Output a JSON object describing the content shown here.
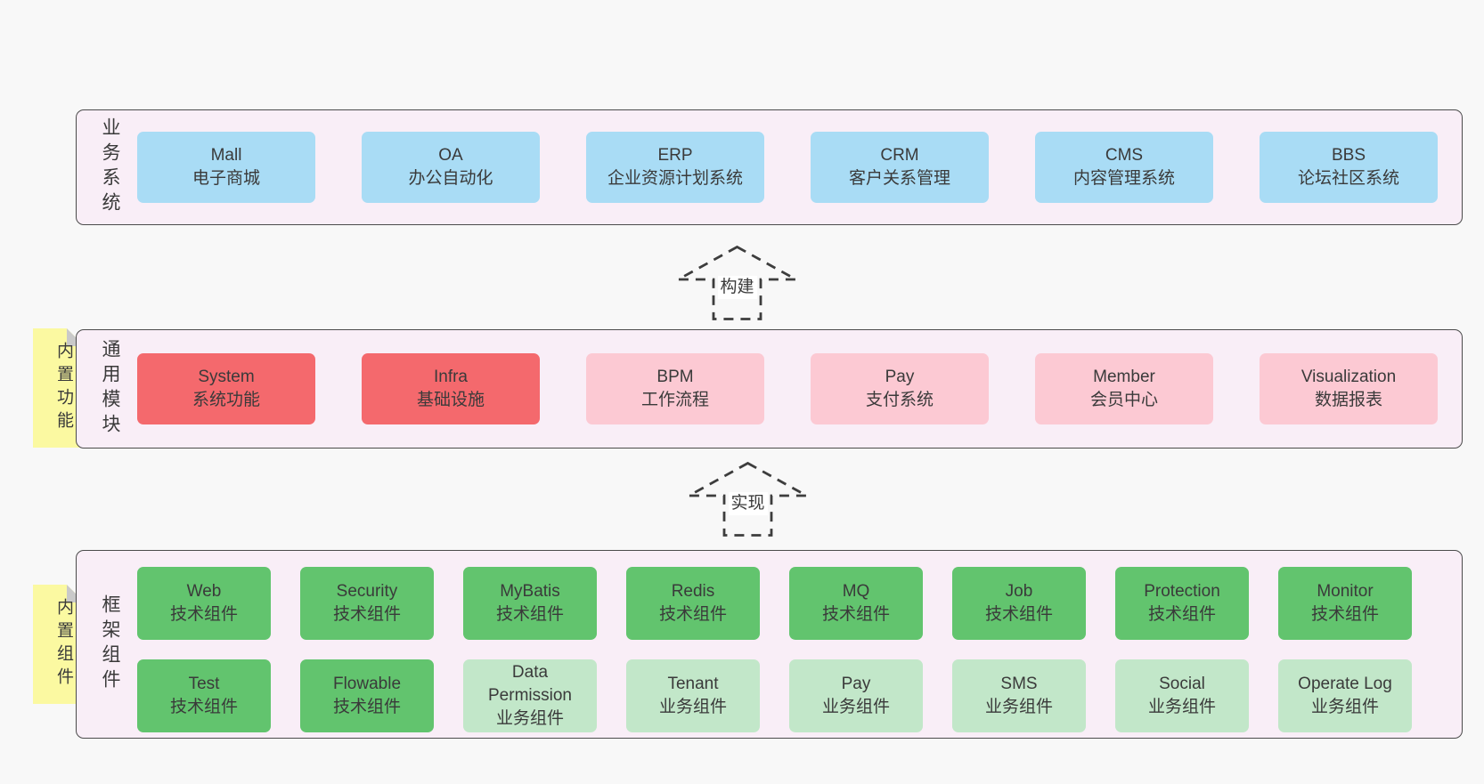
{
  "colors": {
    "page_bg": "#f8f8f8",
    "container_bg": "#f9eef7",
    "container_border": "#4b4b4b",
    "text": "#3a3a3a",
    "blue": "#a9dcf5",
    "red": "#f4696d",
    "pink": "#fcc9d3",
    "green_dark": "#62c46e",
    "green_light": "#c2e7c9",
    "yellow": "#fbf9a1",
    "fold": "#c9c9c9",
    "arrow": "#3d3d3d"
  },
  "business": {
    "label": "业务系统",
    "boxes": [
      {
        "name": "Mall",
        "desc": "电子商城"
      },
      {
        "name": "OA",
        "desc": "办公自动化"
      },
      {
        "name": "ERP",
        "desc": "企业资源计划系统"
      },
      {
        "name": "CRM",
        "desc": "客户关系管理"
      },
      {
        "name": "CMS",
        "desc": "内容管理系统"
      },
      {
        "name": "BBS",
        "desc": "论坛社区系统"
      }
    ]
  },
  "arrows": {
    "build": "构建",
    "implement": "实现"
  },
  "modules": {
    "tab": "内置功能",
    "label": "通用模块",
    "boxes": [
      {
        "name": "System",
        "desc": "系统功能"
      },
      {
        "name": "Infra",
        "desc": "基础设施"
      },
      {
        "name": "BPM",
        "desc": "工作流程"
      },
      {
        "name": "Pay",
        "desc": "支付系统"
      },
      {
        "name": "Member",
        "desc": "会员中心"
      },
      {
        "name": "Visualization",
        "desc": "数据报表"
      }
    ]
  },
  "framework": {
    "tab": "内置组件",
    "label": "框架组件",
    "row1": [
      {
        "name": "Web",
        "desc": "技术组件"
      },
      {
        "name": "Security",
        "desc": "技术组件"
      },
      {
        "name": "MyBatis",
        "desc": "技术组件"
      },
      {
        "name": "Redis",
        "desc": "技术组件"
      },
      {
        "name": "MQ",
        "desc": "技术组件"
      },
      {
        "name": "Job",
        "desc": "技术组件"
      },
      {
        "name": "Protection",
        "desc": "技术组件"
      },
      {
        "name": "Monitor",
        "desc": "技术组件"
      }
    ],
    "row2": [
      {
        "name": "Test",
        "desc": "技术组件"
      },
      {
        "name": "Flowable",
        "desc": "技术组件"
      },
      {
        "name": "Data Permission",
        "desc": "业务组件"
      },
      {
        "name": "Tenant",
        "desc": "业务组件"
      },
      {
        "name": "Pay",
        "desc": "业务组件"
      },
      {
        "name": "SMS",
        "desc": "业务组件"
      },
      {
        "name": "Social",
        "desc": "业务组件"
      },
      {
        "name": "Operate Log",
        "desc": "业务组件"
      }
    ]
  }
}
